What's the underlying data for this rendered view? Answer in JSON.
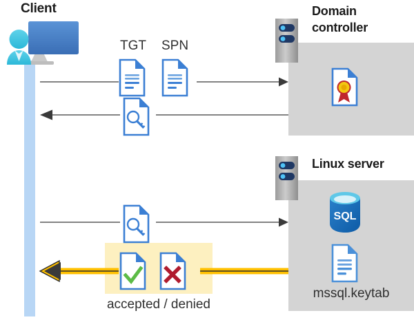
{
  "diagram": {
    "title": "Kerberos authentication flow between client, domain controller and Linux server",
    "type": "sequence-diagram"
  },
  "actors": {
    "client": {
      "label": "Client",
      "icon": "user-computer-icon",
      "lifeline_color": "#b8d6f5"
    },
    "domain_controller": {
      "label": "Domain\ncontroller",
      "label_line1": "Domain",
      "label_line2": "controller",
      "icon": "server-rack-icon",
      "panel_color": "#d4d4d4",
      "contents": [
        {
          "name": "certificate-document-icon",
          "label": ""
        }
      ]
    },
    "linux_server": {
      "label": "Linux server",
      "icon": "server-rack-icon",
      "panel_color": "#d4d4d4",
      "contents": [
        {
          "name": "sql-database-icon",
          "label": "SQL"
        },
        {
          "name": "keytab-document-icon",
          "label": "mssql.keytab"
        }
      ]
    }
  },
  "messages": [
    {
      "id": "msg-1",
      "direction": "client-to-dc",
      "arrow_color": "#595959",
      "labels": [
        "TGT",
        "SPN"
      ],
      "icons": [
        "tgt-document-icon",
        "spn-document-icon"
      ]
    },
    {
      "id": "msg-2",
      "direction": "dc-to-client",
      "arrow_color": "#595959",
      "labels": [],
      "icons": [
        "key-document-icon"
      ]
    },
    {
      "id": "msg-3",
      "direction": "client-to-linux",
      "arrow_color": "#595959",
      "labels": [],
      "icons": [
        "key-document-icon"
      ]
    },
    {
      "id": "msg-4",
      "direction": "linux-to-client",
      "arrow_color": "#ffc000",
      "labels": [
        "accepted / denied"
      ],
      "icons": [
        "accepted-document-icon",
        "denied-document-icon"
      ],
      "highlight_color": "#fdf0c0"
    }
  ],
  "labels": {
    "tgt": "TGT",
    "spn": "SPN",
    "accepted_denied": "accepted / denied",
    "keytab_file": "mssql.keytab",
    "sql": "SQL"
  },
  "colors": {
    "panel_gray": "#d4d4d4",
    "lifeline_blue": "#b8d6f5",
    "arrow_gray": "#595959",
    "arrow_yellow": "#ffc000",
    "highlight_yellow": "#fdf0c0",
    "doc_blue": "#3b7fd4",
    "check_green": "#5cbb46",
    "cross_red": "#b01b2e",
    "sql_blue": "#0f6cbd",
    "cert_gold": "#f2c811",
    "cert_red": "#c0272d",
    "title_black": "#1a1a1a",
    "text_gray": "#2f2f2f"
  }
}
